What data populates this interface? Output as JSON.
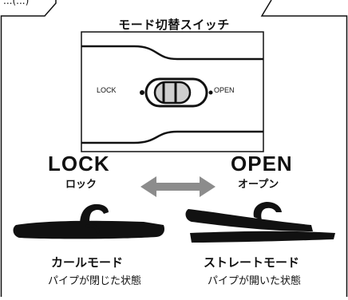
{
  "header_tab_text": "...(...)",
  "diagram": {
    "title": "モード切替スイッチ",
    "switch": {
      "lock_label": "LOCK",
      "open_label": "OPEN"
    },
    "lock": {
      "label": "LOCK",
      "kana": "ロック"
    },
    "open": {
      "label": "OPEN",
      "kana": "オープン"
    },
    "arrow_color": "#8c8c8c",
    "curl": {
      "mode": "カールモード",
      "desc": "パイプが閉じた状態"
    },
    "straight": {
      "mode": "ストレートモード",
      "desc": "パイプが開いた状態"
    }
  }
}
